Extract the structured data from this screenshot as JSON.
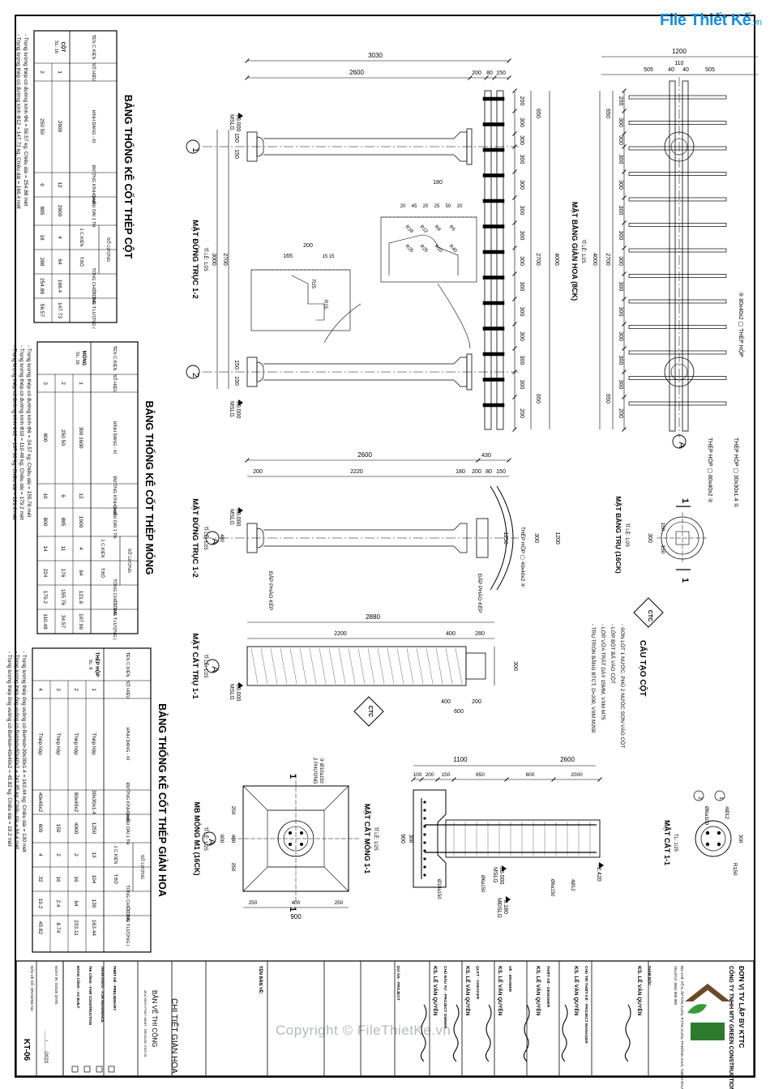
{
  "watermark": {
    "brand": "File Thiết Kế",
    "domain": ".vn",
    "copyright": "Copyright © FileThietKe.vn"
  },
  "tables": {
    "col": {
      "title": "BẢNG THỐNG KÊ CỐT THÉP CỘT",
      "headers": [
        "TÊN C.KIỆN",
        "SỐ HIỆU",
        "HÌNH DẠNG - KÍCH THƯỚC",
        "ĐƯỜNG KÍNH (mm)",
        "CHIỀU DÀI 1 THANH (mm)",
        "SỐ LƯỢNG",
        "TỔNG CHIỀU DÀI (m)",
        "TỔNG T.LƯỢNG (Kg)"
      ],
      "sub_headers": [
        "1 C.KIỆN",
        "T.BỘ"
      ],
      "group": "CỘT",
      "group_sl": "SL: 16",
      "rows": [
        {
          "no": "1",
          "shape": "2600",
          "dia": "12",
          "len": "2600",
          "n1": "4",
          "nt": "64",
          "tot": "166.4",
          "kg": "147.73"
        },
        {
          "no": "2",
          "shape": "250 50",
          "dia": "6",
          "len": "885",
          "n1": "18",
          "nt": "288",
          "tot": "254.88",
          "kg": "56.57"
        }
      ],
      "notes": [
        "- Trọng lượng thép có đường kính Φ6 = 56.57 kg; Chiều dài = 254.88 mét",
        "- Trọng lượng thép có đường kính Φ12 = 147.73 kg; Chiều dài = 166.4 mét"
      ]
    },
    "mong": {
      "title": "BẢNG THỐNG KÊ CỐT THÉP MÓNG",
      "group": "MÓNG",
      "group_sl": "SL: 16",
      "rows": [
        {
          "no": "1",
          "shape": "300 1600",
          "dia": "12",
          "len": "1900",
          "n1": "4",
          "nt": "64",
          "tot": "121.6",
          "kg": "107.96"
        },
        {
          "no": "2",
          "shape": "250 50",
          "dia": "6",
          "len": "885",
          "n1": "11",
          "nt": "176",
          "tot": "155.76",
          "kg": "34.57"
        },
        {
          "no": "3",
          "shape": "800",
          "dia": "10",
          "len": "800",
          "n1": "14",
          "nt": "224",
          "tot": "179.2",
          "kg": "110.48"
        }
      ],
      "notes": [
        "- Trọng lượng thép có đường kính Φ6 = 34.57 kg; Chiều dài = 155.76 mét",
        "- Trọng lượng thép có đường kính Φ10 = 110.48 kg; Chiều dài = 179.2 mét",
        "- Trọng lượng thép có đường kính Φ12 = 107.96 kg; Chiều dài = 121.6 mét"
      ]
    },
    "hop": {
      "title": "BẢNG THỐNG KÊ CỐT THÉP GIÀN HOA",
      "group": "THÉP HỘP",
      "group_sl": "SL: 8",
      "rows": [
        {
          "no": "1",
          "shape": "Thép hộp",
          "dia": "30x30x1.4",
          "len": "1250",
          "n1": "13",
          "nt": "104",
          "tot": "130",
          "kg": "163.44"
        },
        {
          "no": "2",
          "shape": "Thép hộp",
          "dia": "80x40x2",
          "len": "4000",
          "n1": "2",
          "nt": "16",
          "tot": "64",
          "kg": "233.11"
        },
        {
          "no": "3",
          "shape": "Thép hộp",
          "dia": "",
          "len": "150",
          "n1": "2",
          "nt": "16",
          "tot": "2.4",
          "kg": "8.74"
        },
        {
          "no": "4",
          "shape": "Thép hộp",
          "dia": "40x40x2",
          "len": "600",
          "n1": "4",
          "nt": "32",
          "tot": "19.2",
          "kg": "45.82"
        }
      ],
      "notes": [
        "- Trọng lượng thép ống vuông có BxHxd=30x30x1.4 = 163.44 kg; Chiều dài = 130 mét",
        "- Trọng lượng thép ống vuông có BxHxd=80x40x2 = 241.85 kg; Chiều dài = 66.4 mét",
        "- Trọng lượng thép ống vuông có BxHxd=40x40x2 = 45.82 kg; Chiều dài = 19.2 mét"
      ]
    }
  },
  "views": {
    "elev12": {
      "title": "MẶT ĐỨNG TRỤC 1-2",
      "scale": "TỈ LỆ: 1/25",
      "dims": [
        "3030",
        "2600",
        "200",
        "80",
        "150",
        "3000",
        "2700",
        "150",
        "150",
        "150",
        "150"
      ]
    },
    "plan": {
      "title": "MẶT BẰNG GIÀN HOA (8CK)",
      "scale": "TỈ LỆ: 1/25",
      "dims": [
        "1200",
        "110",
        "505",
        "40",
        "40",
        "505",
        "650",
        "200",
        "300",
        "4000",
        "2700"
      ]
    },
    "elevA": {
      "title": "MẶT ĐỨNG TRỤC 1-2",
      "scale": "TỈ LỆ: 1/25",
      "dims": [
        "2600",
        "430",
        "200",
        "2220",
        "180",
        "200",
        "80",
        "150",
        "1200",
        "300",
        "1250"
      ]
    },
    "planTru": {
      "title": "MẶT BẰNG TRỤ (16CK)",
      "scale": "TỈ LỆ: 1/25",
      "dims": [
        "300",
        "150",
        "150"
      ]
    },
    "cutTru": {
      "title": "MẶT CẮT TRỤ 1-1",
      "scale": "TỈ LỆ: 1/25",
      "dims": [
        "2880",
        "2200",
        "400",
        "280",
        "400",
        "200",
        "600",
        "300"
      ]
    },
    "mong": {
      "title": "MB MÓNG M1 (16CK)",
      "scale": "TỈ LỆ: 1/25",
      "dims": [
        "900",
        "250",
        "400",
        "250"
      ]
    },
    "cutMong": {
      "title": "MẶT CẮT MÓNG 1-1",
      "scale": "TỈ LỆ: 1/25",
      "dims": [
        "1100",
        "2600",
        "100",
        "200",
        "150",
        "650",
        "600",
        "2000",
        "300",
        "900"
      ]
    },
    "cut11": {
      "title": "MẶT CẮT 1-1",
      "scale": "TL: 1/25",
      "labels": [
        "4Ø12",
        "Ø6a100",
        "300",
        "R150"
      ]
    },
    "levels": [
      "±0.000",
      "MSLG",
      "+2.420",
      "-0.180",
      "MĐSLG"
    ],
    "ctc": {
      "tag": "CTC",
      "title": "CẤU TẠO CỘT",
      "lines": [
        "- SƠN LÓT 1 NƯỚC, PHỦ 2 NƯỚC SƠN VÀO CỘT",
        "- LỚP BỘT BẢ VÀO CỘT",
        "- LỚP VỮA TRÁT DÀY 15MM, VXM M75",
        "- TRỤ TRÒN BẰNG BTCT, D=200, VXM M200"
      ]
    },
    "callouts": [
      "THÉP HỘP ▢ 30x30x1.4 ①",
      "THÉP HỘP ▢ 80x40x2 ②",
      "③ 80x40x2 ▢ THÉP HỘP",
      "THÉP HỘP ▢ 40x40x2 ④",
      "ĐẮP PHÀO KÉP",
      "ĐẮP PHÀO KÉP"
    ]
  },
  "titleblock": {
    "company": "ĐƠN VỊ TV LẬP BV KTTC",
    "company2": "CÔNG TY TNHH MTV GREEN CONSTRUCTION",
    "address": "ĐỊA CHỈ: TỔ 5, ẤP TÂN XUÂN, P.TÂN XUÂN, TP.ĐỒNG XOÀI, T.BÌNH PHƯỚC",
    "tel": "TEL/FAX: 0962 000 000",
    "roles": [
      {
        "role": "GIÁM ĐỐC",
        "name": "KS. LÊ VĂN QUYỀN"
      },
      {
        "role": "CHỦ TRÌ THIẾT KẾ - PROJECT MANAGER",
        "name": "KS. LÊ VĂN QUYỀN"
      },
      {
        "role": "THIẾT KẾ - DESIGNER",
        "name": "KS. LÊ VĂN QUYỀN"
      },
      {
        "role": "VẼ - DRAWER",
        "name": "KS. LÊ VĂN QUYỀN"
      },
      {
        "role": "QLKT - CHECKER",
        "name": "KS. LÊ VĂN QUYỀN"
      },
      {
        "role": "CHỦ ĐẦU TƯ - PROJECT OWNER",
        "name": "KS. LÊ VĂN QUYỀN"
      }
    ],
    "project": "DỰ ÁN - PROJECT",
    "drawing_name_label": "TÊN BẢN VẼ:",
    "drawing_name": "CHI TIẾT GIÀN HOA",
    "status_title": "BẢN VẼ THI CÔNG",
    "status_sub": "MỤC ĐÍCH PHÁT HÀNH - RELEASE STATUS",
    "statuses": [
      "THIẾT KẾ - PRELIMINARY",
      "THAM KHẢO - FOR REFERENCE",
      "THI CÔNG - FOR CONSTRUCTION",
      "HOÀN CÔNG - AS BUILT"
    ],
    "date_label": "NGÀY IN: ISSUE DATE:",
    "date_value": "......./......./2023",
    "no_label": "BẢN VẼ SỐ: DRAWING No:",
    "no_value": "KT-06"
  }
}
